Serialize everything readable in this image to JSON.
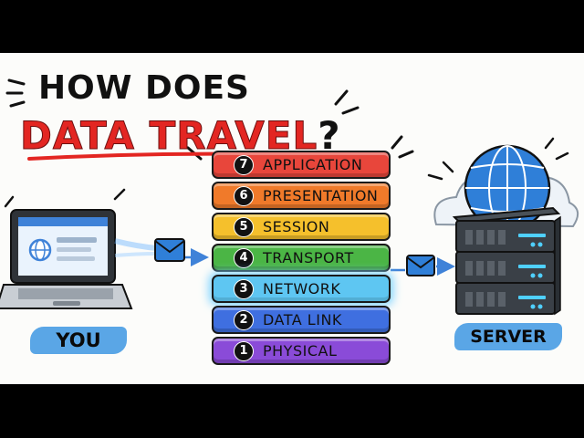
{
  "title": {
    "line1": "HOW DOES",
    "line2": "DATA TRAVEL",
    "mark": "?"
  },
  "layers": [
    {
      "num": "7",
      "label": "APPLICATION",
      "color": "#e8463b"
    },
    {
      "num": "6",
      "label": "PRESENTATION",
      "color": "#f07a2a"
    },
    {
      "num": "5",
      "label": "SESSION",
      "color": "#f5c02c"
    },
    {
      "num": "4",
      "label": "TRANSPORT",
      "color": "#4bb545"
    },
    {
      "num": "3",
      "label": "NETWORK",
      "color": "#5ec6f2",
      "highlight": true
    },
    {
      "num": "2",
      "label": "DATA LINK",
      "color": "#3f6fe0"
    },
    {
      "num": "1",
      "label": "PHYSICAL",
      "color": "#8a4bd8"
    }
  ],
  "labels": {
    "you": "YOU",
    "server": "SERVER"
  },
  "colors": {
    "title_red": "#e32622",
    "tag_blue": "#5aa6e6",
    "envelope": "#2f7fd8"
  },
  "icons": [
    "laptop-icon",
    "server-rack-icon",
    "globe-icon",
    "envelope-icon",
    "cloud-icon",
    "arrow-icon"
  ]
}
